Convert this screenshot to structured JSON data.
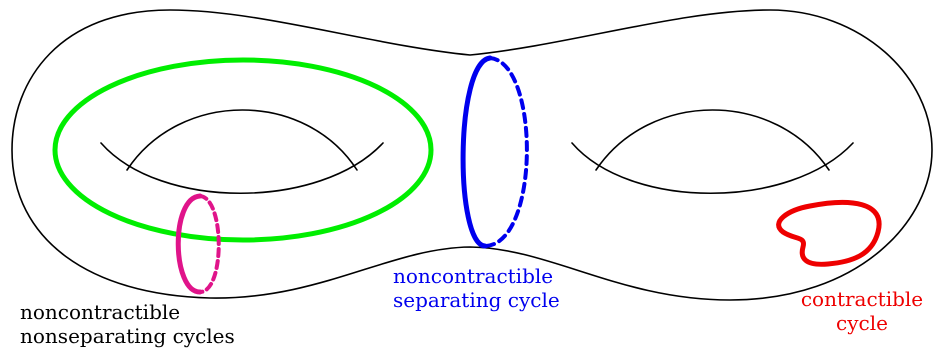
{
  "colors": {
    "outline": "#000000",
    "outer_cycle": "#00ee00",
    "meridian_cycle": "#e0148a",
    "separating_cycle": "#0000ee",
    "contractible_cycle": "#ee0000"
  },
  "labels": {
    "nonseparating": {
      "line1": "noncontractible",
      "line2": "nonseparating cycles"
    },
    "separating": {
      "line1": "noncontractible",
      "line2": "separating cycle"
    },
    "contractible": {
      "line1": "contractible",
      "line2": "cycle"
    }
  }
}
